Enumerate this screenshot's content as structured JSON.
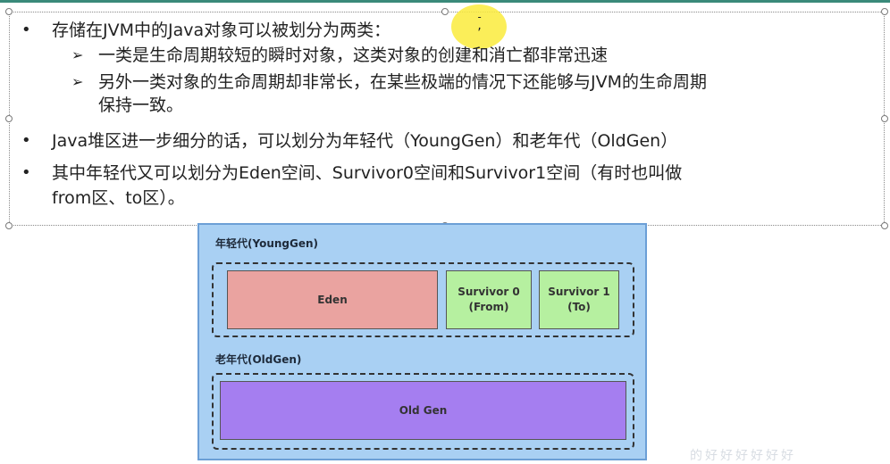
{
  "slide": {
    "bullets": [
      {
        "text": "存储在JVM中的Java对象可以被划分为两类：",
        "sub": [
          {
            "text": "一类是生命周期较短的瞬时对象，这类对象的创建和消亡都非常迅速"
          },
          {
            "line1": "另外一类对象的生命周期却非常长，在某些极端的情况下还能够与JVM的生命周期",
            "line2": "保持一致。"
          }
        ]
      },
      {
        "text": "Java堆区进一步细分的话，可以划分为年轻代（YoungGen）和老年代（OldGen）"
      },
      {
        "line1": "其中年轻代又可以划分为Eden空间、Survivor0空间和Survivor1空间（有时也叫做",
        "line2": "from区、to区）。"
      }
    ],
    "bullet_symbol": "•",
    "sub_bullet_symbol": "➢",
    "cursor_text": "-\n,"
  },
  "diagram": {
    "young_label": "年轻代(YoungGen)",
    "eden": "Eden",
    "survivor0": "Survivor 0\n(From)",
    "survivor1": "Survivor 1\n(To)",
    "old_label": "老年代(OldGen)",
    "old": "Old Gen"
  },
  "colors": {
    "heap_bg": "#a9d0f3",
    "eden": "#eaa3a0",
    "survivor": "#b6f0a0",
    "old": "#a57ef0"
  },
  "watermark": "的好好好好好好"
}
